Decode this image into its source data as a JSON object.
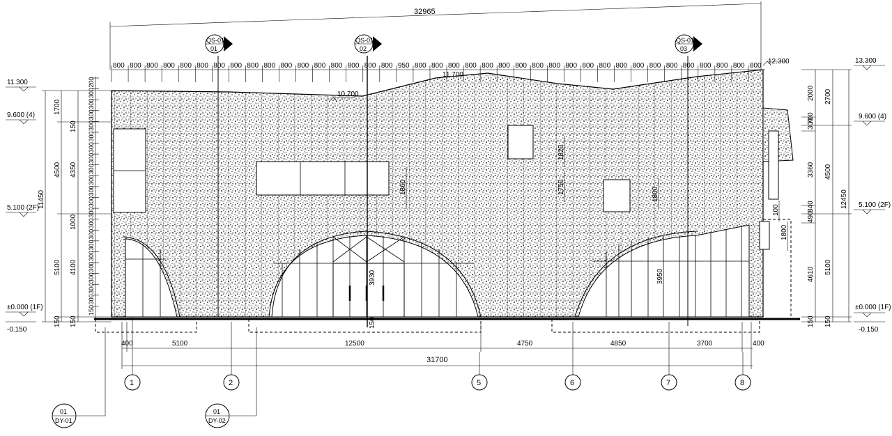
{
  "overall_top": "32965",
  "overall_bottom": "31700",
  "top_modules": [
    "800",
    "800",
    "800",
    "800",
    "800",
    "800",
    "800",
    "800",
    "800",
    "800",
    "800",
    "800",
    "800",
    "800",
    "800",
    "800",
    "800",
    "950",
    "800",
    "800",
    "800",
    "800",
    "800",
    "800",
    "800",
    "800",
    "800",
    "800",
    "800",
    "800",
    "800",
    "800",
    "800",
    "800",
    "800",
    "800",
    "800",
    "800",
    "800"
  ],
  "section_markers": [
    {
      "top": "QS-01",
      "bottom": "01"
    },
    {
      "top": "QS-01",
      "bottom": "02"
    },
    {
      "top": "QS-01",
      "bottom": "03"
    }
  ],
  "top_levels": {
    "center": "10.700",
    "right_peak": "11.700",
    "right_end": "12.300"
  },
  "left_levels": [
    {
      "label": "11.300"
    },
    {
      "label": "9.600 (4)"
    },
    {
      "label": "5.100 (2F)"
    },
    {
      "label": "±0.000 (1F)"
    },
    {
      "label": "-0.150"
    }
  ],
  "right_levels": [
    {
      "label": "13.300"
    },
    {
      "label": "9.600 (4)"
    },
    {
      "label": "5.100 (2F)"
    },
    {
      "label": "±0.000 (1F)"
    },
    {
      "label": "-0.150"
    }
  ],
  "left_dims_outer": [
    "11450"
  ],
  "left_dims_mid": [
    "1700",
    "4500",
    "5100",
    "150"
  ],
  "left_dims_inner": [
    "150",
    "4350",
    "1000",
    "4100",
    "150"
  ],
  "left_small_dims": [
    "200",
    "300",
    "300",
    "300",
    "300",
    "300",
    "300",
    "300",
    "300",
    "300",
    "300",
    "300",
    "300",
    "300",
    "300",
    "300",
    "300",
    "300",
    "300",
    "300",
    "300",
    "150"
  ],
  "right_dims_inner": [
    "2000",
    "300",
    "700",
    "3360",
    "840",
    "490",
    "4610",
    "150"
  ],
  "right_dims_mid": [
    "2700",
    "4500",
    "5100",
    "150"
  ],
  "right_dims_outer": [
    "12450"
  ],
  "right_small": [
    "100",
    "1800"
  ],
  "interior_dims": [
    "1860",
    "1820",
    "1800",
    "1750",
    "3930",
    "3950",
    "150"
  ],
  "bottom_dims": [
    "400",
    "5100",
    "12500",
    "4750",
    "4850",
    "3700",
    "400"
  ],
  "grid_axes": [
    "1",
    "2",
    "5",
    "6",
    "7",
    "8"
  ],
  "detail_callouts": [
    {
      "top": "01",
      "bottom": "DY-01"
    },
    {
      "top": "01",
      "bottom": "DY-02"
    }
  ]
}
